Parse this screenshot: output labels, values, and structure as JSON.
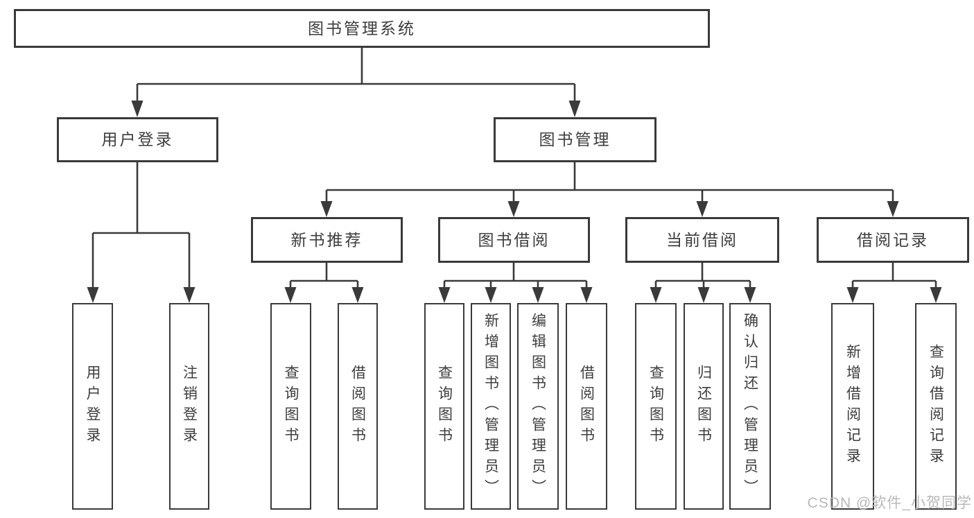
{
  "tree": {
    "root": "图书管理系统",
    "branches": [
      {
        "label": "用户登录",
        "children": [
          "用户登录",
          "注销登录"
        ]
      },
      {
        "label": "图书管理",
        "children": [
          {
            "label": "新书推荐",
            "children": [
              "查询图书",
              "借阅图书"
            ]
          },
          {
            "label": "图书借阅",
            "children": [
              "查询图书",
              "新增图书（管理员）",
              "编辑图书（管理员）",
              "借阅图书"
            ]
          },
          {
            "label": "当前借阅",
            "children": [
              "查询图书",
              "归还图书",
              "确认归还（管理员）"
            ]
          },
          {
            "label": "借阅记录",
            "children": [
              "新增借阅记录",
              "查询借阅记录"
            ]
          }
        ]
      }
    ]
  },
  "watermark": {
    "text": "CSDN @软件_小贺同学"
  },
  "colors": {
    "line": "#3a3a3a",
    "box_border": "#3a3a3a",
    "text": "#3d3d3d",
    "watermark_text": "#b8b8b8",
    "background": "#ffffff"
  }
}
